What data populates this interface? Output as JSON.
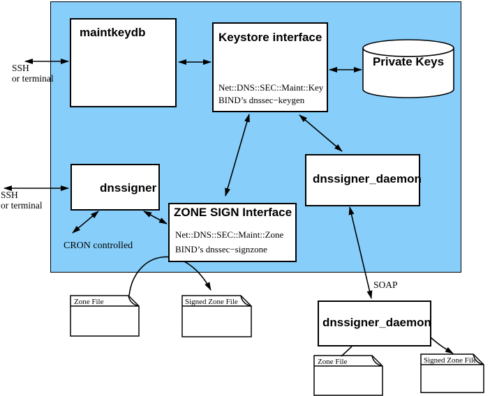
{
  "diagram": {
    "background_color": "#87CEFA",
    "node_fill": "#FFFFFF",
    "line_color": "#000000",
    "nodes": {
      "maintkeydb": {
        "title": "maintkeydb"
      },
      "keystore_interface": {
        "title": "Keystore interface",
        "lines": [
          "Net::DNS::SEC::Maint::Key",
          "BIND’s dnssec−keygen"
        ]
      },
      "private_keys": {
        "title": "Private Keys"
      },
      "dnssigner": {
        "title": "dnssigner"
      },
      "dnssigner_daemon_inner": {
        "title": "dnssigner_daemon"
      },
      "zone_sign_interface": {
        "title": "ZONE SIGN Interface",
        "lines": [
          "Net::DNS::SEC::Maint::Zone",
          "BIND’s dnssec−signzone"
        ]
      },
      "dnssigner_daemon_outer": {
        "title": "dnssigner_daemon"
      }
    },
    "files": {
      "zone_file_left": {
        "label": "Zone File"
      },
      "signed_zone_file_left": {
        "label": "Signed Zone File"
      },
      "zone_file_bottom": {
        "label": "Zone File"
      },
      "signed_zone_file_bottom": {
        "label": "Signed Zone File"
      }
    },
    "annotations": {
      "ssh_top_line1": "SSH",
      "ssh_top_line2": "or terminal",
      "ssh_bottom_line1": "SSH",
      "ssh_bottom_line2": "or terminal",
      "cron": "CRON controlled",
      "soap": "SOAP"
    }
  }
}
